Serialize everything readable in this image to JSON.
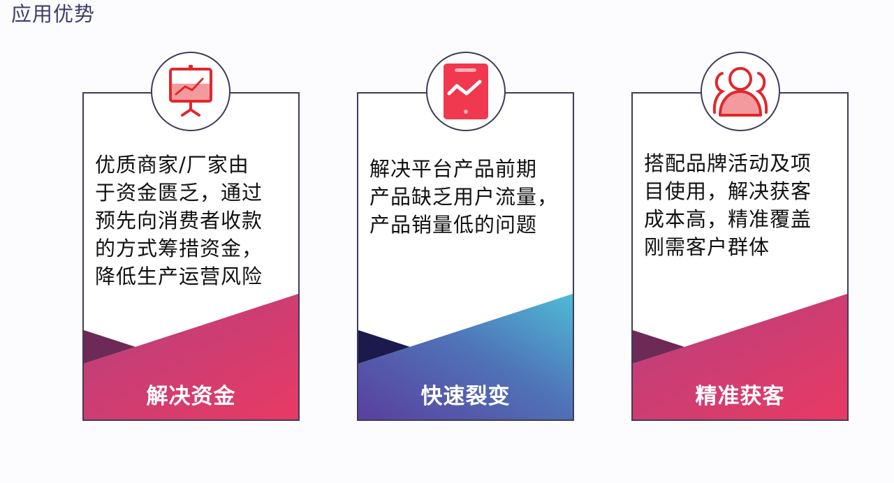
{
  "header": {
    "title": "应用优势"
  },
  "colors": {
    "border": "#3c3c5a",
    "icon_red": "#e3262c",
    "icon_red_fill": "#f29a9d",
    "phone_red": "#f0394e",
    "pink_gradient_start": "#b5407f",
    "pink_gradient_end": "#e83a64",
    "pink_dark_triangle": "#6e2a56",
    "blue_gradient_start": "#5a3f9e",
    "blue_gradient_end": "#4fbad6",
    "blue_dark_triangle": "#1c1a4c"
  },
  "cards": [
    {
      "icon": "presentation-chart-icon",
      "text": "优质商家/厂家由\n于资金匮乏，通过\n预先向消费者收款\n的方式筹措资金，\n降低生产运营风险",
      "label": "解决资金",
      "theme": "pink"
    },
    {
      "icon": "tablet-trend-icon",
      "text": "解决平台产品前期\n产品缺乏用户流量，\n产品销量低的问题",
      "label": "快速裂变",
      "theme": "blue"
    },
    {
      "icon": "user-group-icon",
      "text": "搭配品牌活动及项\n目使用，解决获客\n成本高，精准覆盖\n刚需客户群体",
      "label": "精准获客",
      "theme": "pink"
    }
  ]
}
